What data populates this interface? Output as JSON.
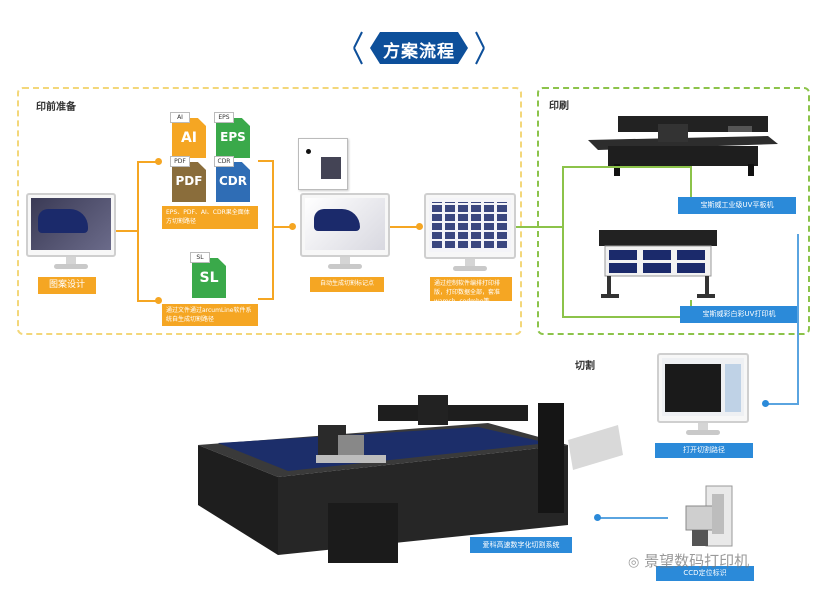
{
  "title": "方案流程",
  "sections": {
    "prepress": "印前准备",
    "printing": "印刷",
    "cutting": "切割"
  },
  "file_icons": [
    {
      "tab": "AI",
      "text": "AI",
      "color": "#f5a623"
    },
    {
      "tab": "EPS",
      "text": "EPS",
      "color": "#3aa94a"
    },
    {
      "tab": "PDF",
      "text": "PDF",
      "color": "#8a6d3b"
    },
    {
      "tab": "CDR",
      "text": "CDR",
      "color": "#2f6db5"
    },
    {
      "tab": "SL",
      "text": "SL",
      "color": "#3aa94a"
    }
  ],
  "labels": {
    "design": "图案设计",
    "formats_note": "EPS、PDF、AI、CDR果全面体方切割路径",
    "sl_note": "通过文件通过arcumLine软件系统自生成切割路径",
    "mark_note": "自动生成切割标记点",
    "layout_note": "通过控制软件编排打印排版，打印数据全部，套准wamch, cedmhe等",
    "printer1": "宝斯威工业级UV平板机",
    "printer2": "宝斯威彩白彩UV打印机",
    "cut_software": "打开切割路径",
    "cutting_system": "爱科高速数字化切割系统",
    "ccd": "CCD定位标识"
  },
  "watermark": "景望数码打印机",
  "colors": {
    "title_bg": "#0d4f9a",
    "yellow_dash": "#f3d77a",
    "green_dash": "#8cc34a",
    "orange": "#f5a623",
    "blue": "#2b8ad9"
  }
}
